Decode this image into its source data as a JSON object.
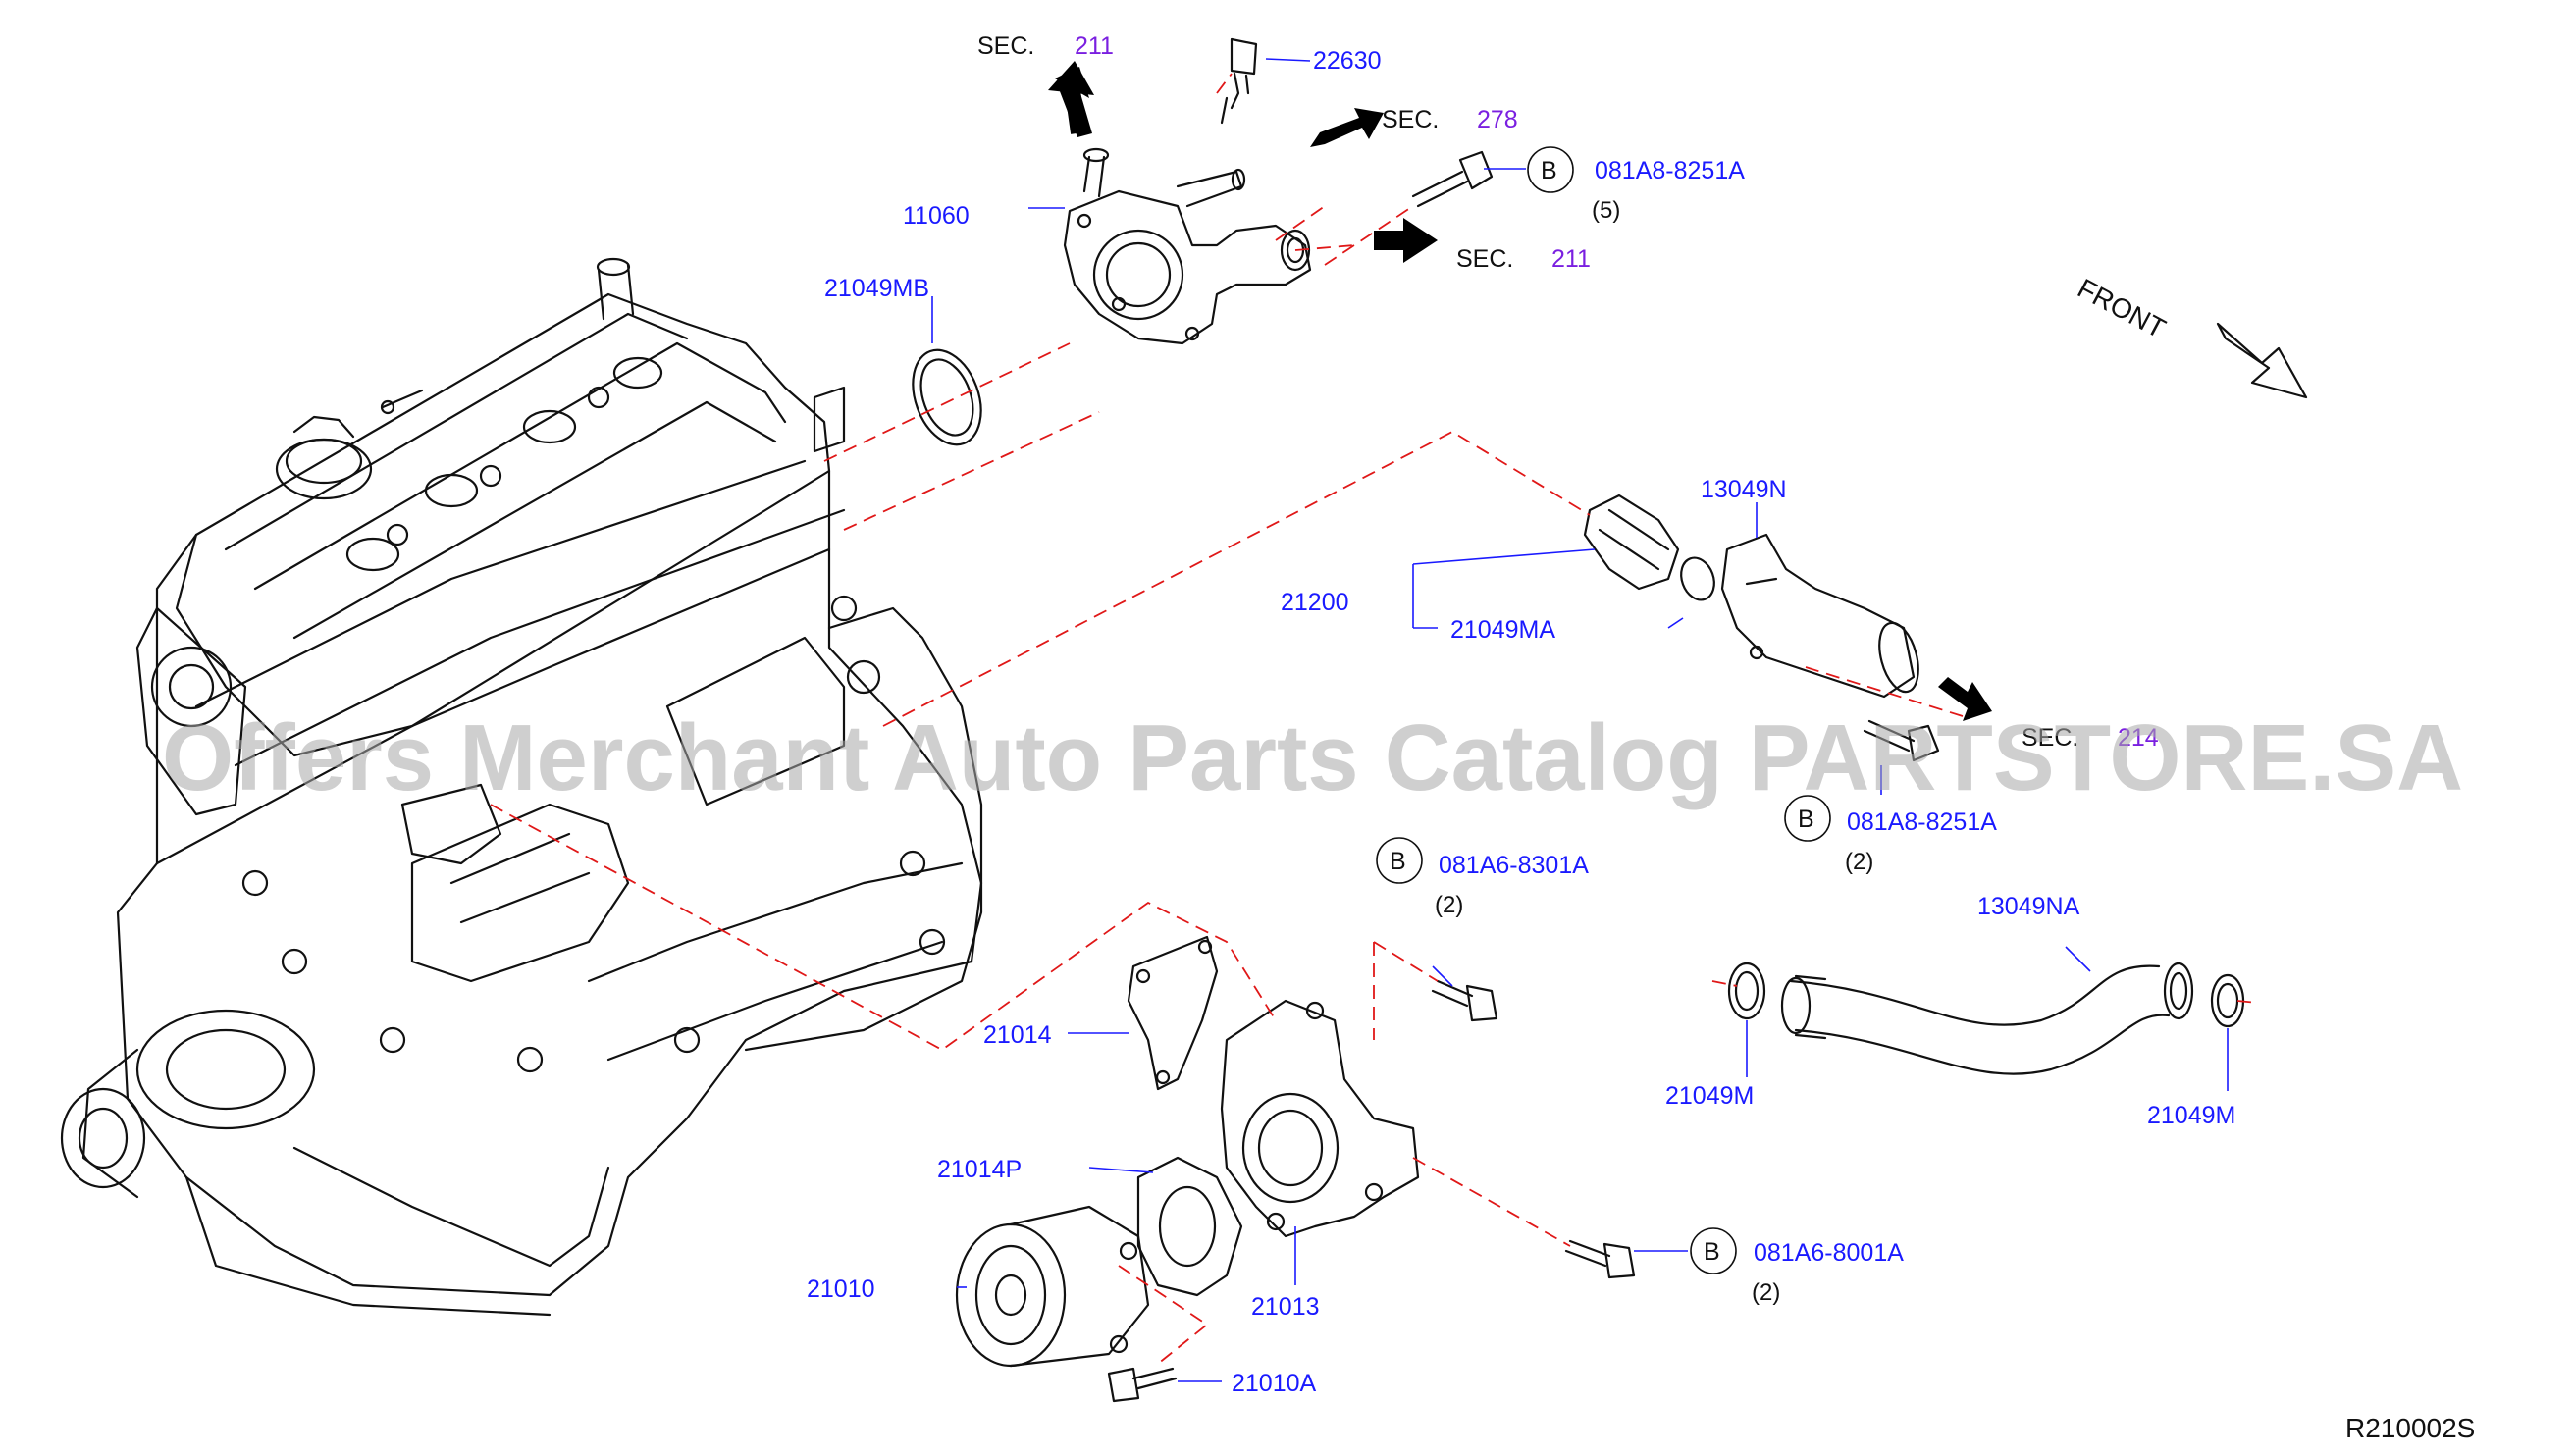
{
  "watermark": "Offers Merchant Auto Parts Catalog PARTSTORE.SA",
  "diagram_id": "R210002S",
  "front_label": "FRONT",
  "bolt_marker": "B",
  "sections": [
    {
      "prefix": "SEC.",
      "number": "211"
    },
    {
      "prefix": "SEC.",
      "number": "278"
    },
    {
      "prefix": "SEC.",
      "number": "211"
    },
    {
      "prefix": "SEC.",
      "number": "214"
    }
  ],
  "parts": [
    {
      "number": "22630"
    },
    {
      "number": "11060"
    },
    {
      "number": "081A8-8251A",
      "qty": "(5)"
    },
    {
      "number": "21049MB"
    },
    {
      "number": "13049N"
    },
    {
      "number": "21200"
    },
    {
      "number": "21049MA"
    },
    {
      "number": "081A8-8251A",
      "qty": "(2)"
    },
    {
      "number": "081A6-8301A",
      "qty": "(2)"
    },
    {
      "number": "13049NA"
    },
    {
      "number": "21014"
    },
    {
      "number": "21049M"
    },
    {
      "number": "21049M"
    },
    {
      "number": "21014P"
    },
    {
      "number": "21010"
    },
    {
      "number": "21013"
    },
    {
      "number": "081A6-8001A",
      "qty": "(2)"
    },
    {
      "number": "21010A"
    }
  ]
}
